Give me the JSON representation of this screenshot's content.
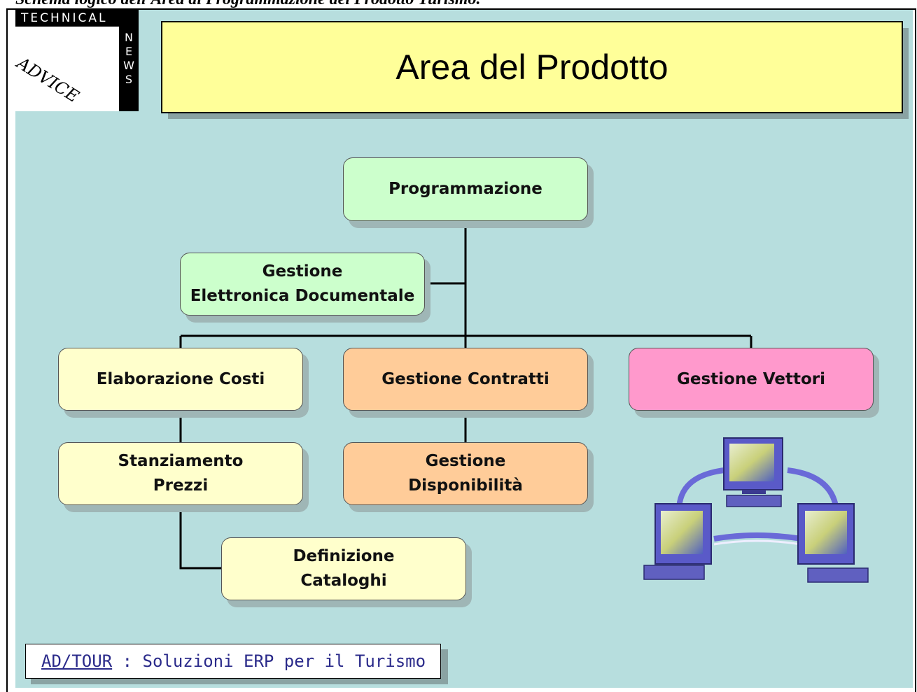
{
  "caption": "Schema logico dell'Area di Programmazione del Prodotto Turismo.",
  "logo": {
    "top_text": "TECHNICAL",
    "side_letters": [
      "N",
      "E",
      "W",
      "S"
    ],
    "script_text": "ADVICE"
  },
  "title": "Area del Prodotto",
  "nodes": {
    "programmazione": "Programmazione",
    "ged_line1": "Gestione",
    "ged_line2": "Elettronica Documentale",
    "elaborazione_costi": "Elaborazione Costi",
    "gestione_contratti": "Gestione Contratti",
    "gestione_vettori": "Gestione Vettori",
    "stanziamento_line1": "Stanziamento",
    "stanziamento_line2": "Prezzi",
    "disponibilita_line1": "Gestione",
    "disponibilita_line2": "Disponibilità",
    "cataloghi_line1": "Definizione",
    "cataloghi_line2": "Cataloghi"
  },
  "footer": {
    "brand": "AD/TOUR",
    "text": " : Soluzioni ERP per il Turismo"
  },
  "colors": {
    "background": "#b7dede",
    "title_fill": "#ffff99",
    "green": "#ccffcc",
    "yellow": "#ffffcc",
    "orange": "#ffcc99",
    "pink": "#ff99cc"
  },
  "icons": [
    "network-computers-icon"
  ]
}
